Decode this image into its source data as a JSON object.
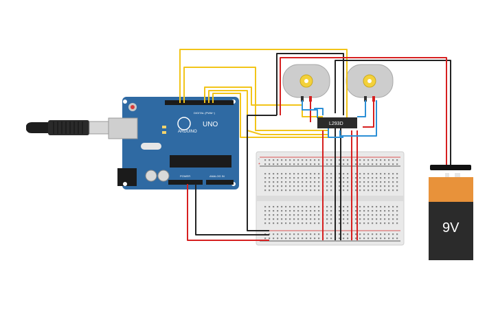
{
  "arduino": {
    "brand": "ARDUINO",
    "model": "UNO",
    "digital_label": "DIGITAL (PWM~)",
    "power_label": "POWER",
    "analog_label": "ANALOG IN",
    "board_color": "#2f6aa3"
  },
  "driver_chip": {
    "label": "L293D"
  },
  "battery": {
    "label": "9V",
    "body_color": "#2b2b2b",
    "top_color": "#e8923a"
  },
  "breadboard": {
    "rail_plus": "+",
    "rail_minus": "-"
  },
  "wire_colors": {
    "yellow": "#f2c418",
    "red": "#d61f1f",
    "black": "#222222",
    "blue": "#2b8fd6"
  },
  "icons": {
    "usb_cable": "usb-cable-icon",
    "motor": "dc-motor-icon",
    "battery": "battery-icon"
  }
}
